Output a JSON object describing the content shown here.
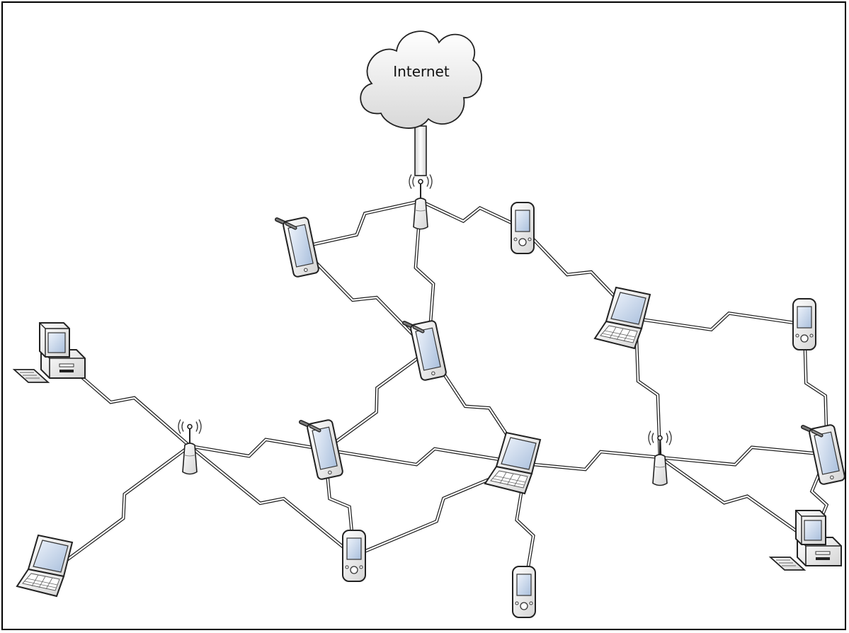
{
  "diagram": {
    "cloud": {
      "label": "Internet",
      "icon": "cloud-icon"
    },
    "nodes": [
      {
        "id": "ap-top",
        "type": "access-point",
        "icon": "wireless-access-point-icon"
      },
      {
        "id": "ap-left",
        "type": "access-point",
        "icon": "wireless-access-point-icon"
      },
      {
        "id": "ap-right",
        "type": "access-point",
        "icon": "wireless-access-point-icon"
      },
      {
        "id": "tablet-top",
        "type": "tablet",
        "icon": "tablet-icon"
      },
      {
        "id": "tablet-mid",
        "type": "tablet",
        "icon": "tablet-icon"
      },
      {
        "id": "tablet-left",
        "type": "tablet",
        "icon": "tablet-icon"
      },
      {
        "id": "tablet-right",
        "type": "tablet",
        "icon": "tablet-icon"
      },
      {
        "id": "pda-top",
        "type": "pda",
        "icon": "pda-icon"
      },
      {
        "id": "pda-right",
        "type": "pda",
        "icon": "pda-icon"
      },
      {
        "id": "pda-low",
        "type": "pda",
        "icon": "pda-icon"
      },
      {
        "id": "pda-bottom",
        "type": "pda",
        "icon": "pda-icon"
      },
      {
        "id": "laptop-right",
        "type": "laptop",
        "icon": "laptop-icon"
      },
      {
        "id": "laptop-center",
        "type": "laptop",
        "icon": "laptop-icon"
      },
      {
        "id": "laptop-left",
        "type": "laptop",
        "icon": "laptop-icon"
      },
      {
        "id": "pc-left",
        "type": "desktop",
        "icon": "desktop-computer-icon"
      },
      {
        "id": "pc-right",
        "type": "desktop",
        "icon": "desktop-computer-icon"
      }
    ],
    "links": [
      [
        "ap-top",
        "tablet-top"
      ],
      [
        "ap-top",
        "pda-top"
      ],
      [
        "ap-top",
        "tablet-mid"
      ],
      [
        "tablet-top",
        "tablet-mid"
      ],
      [
        "pda-top",
        "laptop-right"
      ],
      [
        "laptop-right",
        "pda-right"
      ],
      [
        "laptop-right",
        "ap-right"
      ],
      [
        "pda-right",
        "tablet-right"
      ],
      [
        "tablet-right",
        "pc-right"
      ],
      [
        "ap-right",
        "tablet-right"
      ],
      [
        "ap-right",
        "pc-right"
      ],
      [
        "ap-right",
        "laptop-center"
      ],
      [
        "tablet-mid",
        "tablet-left"
      ],
      [
        "tablet-mid",
        "laptop-center"
      ],
      [
        "tablet-left",
        "laptop-center"
      ],
      [
        "tablet-left",
        "ap-left"
      ],
      [
        "tablet-left",
        "pda-low"
      ],
      [
        "ap-left",
        "pc-left"
      ],
      [
        "ap-left",
        "laptop-left"
      ],
      [
        "ap-left",
        "pda-low"
      ],
      [
        "pda-low",
        "laptop-center"
      ],
      [
        "laptop-center",
        "pda-bottom"
      ]
    ]
  }
}
